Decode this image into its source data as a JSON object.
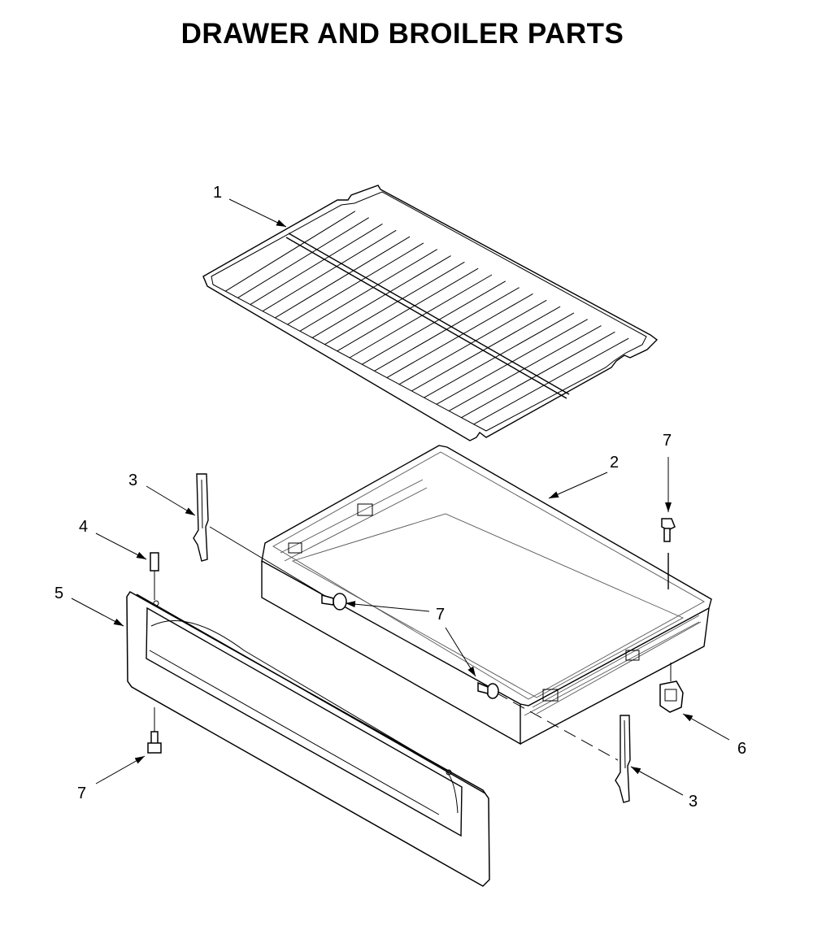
{
  "title": "DRAWER AND BROILER PARTS",
  "callouts": [
    {
      "id": "c1",
      "text": "1"
    },
    {
      "id": "c2",
      "text": "2"
    },
    {
      "id": "c3a",
      "text": "3"
    },
    {
      "id": "c3b",
      "text": "3"
    },
    {
      "id": "c4",
      "text": "4"
    },
    {
      "id": "c5",
      "text": "5"
    },
    {
      "id": "c6",
      "text": "6"
    },
    {
      "id": "c7a",
      "text": "7"
    },
    {
      "id": "c7b",
      "text": "7"
    },
    {
      "id": "c7c",
      "text": "7"
    }
  ]
}
